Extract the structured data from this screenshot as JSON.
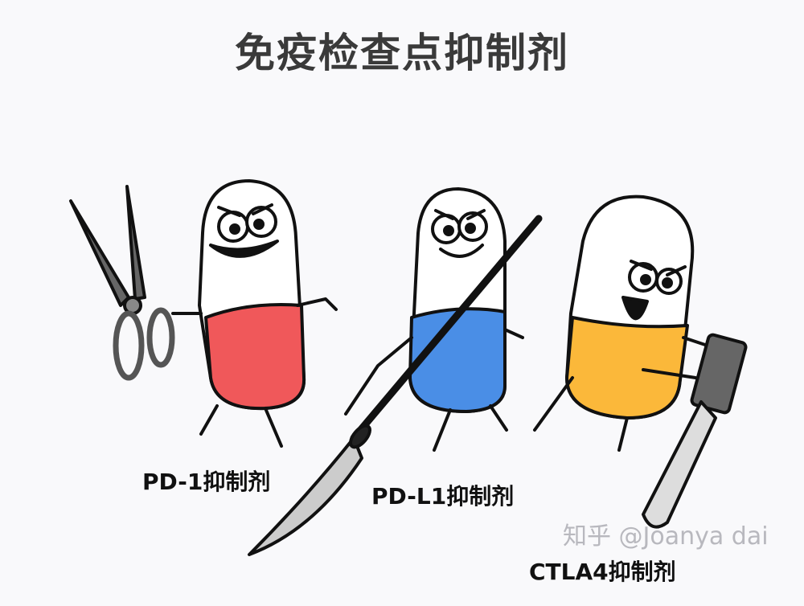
{
  "title": "免疫检查点抑制剂",
  "labels": {
    "pd1": "PD-1抑制剂",
    "pdl1": "PD-L1抑制剂",
    "ctla4": "CTLA4抑制剂"
  },
  "watermark": "知乎 @Joanya dai",
  "colors": {
    "pd1_pill": "#f0585a",
    "pdl1_pill": "#4a8ee6",
    "ctla4_pill": "#fbb83a",
    "title": "#3a3a3a"
  },
  "icons": [
    "scissors-icon",
    "glaive-icon",
    "chainsaw-icon"
  ]
}
